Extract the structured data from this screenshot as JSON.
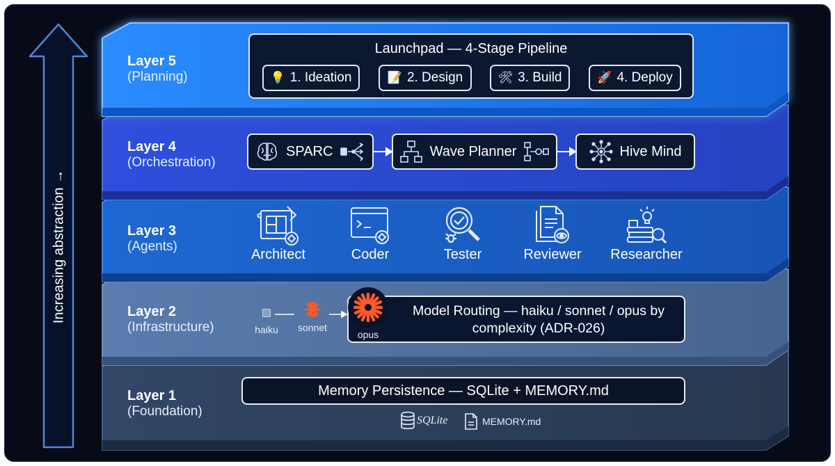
{
  "side_arrow": {
    "label": "Increasing abstraction →"
  },
  "layers": [
    {
      "title": "Layer 5",
      "subtitle": "(Planning)"
    },
    {
      "title": "Layer 4",
      "subtitle": "(Orchestration)"
    },
    {
      "title": "Layer 3",
      "subtitle": "(Agents)"
    },
    {
      "title": "Layer 2",
      "subtitle": "(Infrastructure)"
    },
    {
      "title": "Layer 1",
      "subtitle": "(Foundation)"
    }
  ],
  "launchpad": {
    "title": "Launchpad — 4-Stage Pipeline",
    "stages": [
      {
        "icon": "💡",
        "label": "1. Ideation"
      },
      {
        "icon": "📝",
        "label": "2. Design"
      },
      {
        "icon": "🛠",
        "label": "3. Build"
      },
      {
        "icon": "🚀",
        "label": "4. Deploy"
      }
    ]
  },
  "orchestration": {
    "items": [
      {
        "label": "SPARC"
      },
      {
        "label": "Wave Planner"
      },
      {
        "label": "Hive Mind"
      }
    ]
  },
  "agents": {
    "items": [
      {
        "label": "Architect"
      },
      {
        "label": "Coder"
      },
      {
        "label": "Tester"
      },
      {
        "label": "Reviewer"
      },
      {
        "label": "Researcher"
      }
    ]
  },
  "routing": {
    "models": [
      "haiku",
      "sonnet",
      "opus"
    ],
    "description": "Model Routing — haiku / sonnet / opus by complexity (ADR-026)",
    "accent": "#ff5a2a"
  },
  "memory": {
    "title": "Memory Persistence — SQLite + MEMORY.md",
    "sqlite_label": "SQLite",
    "memory_file_label": "MEMORY.md"
  },
  "colors": {
    "layer5": "#1f78ea",
    "layer4": "#2a4fd6",
    "layer3": "#1d61c8",
    "layer2": "#4d6e9e",
    "layer1": "#2c3f5d",
    "background": "#060b17"
  }
}
